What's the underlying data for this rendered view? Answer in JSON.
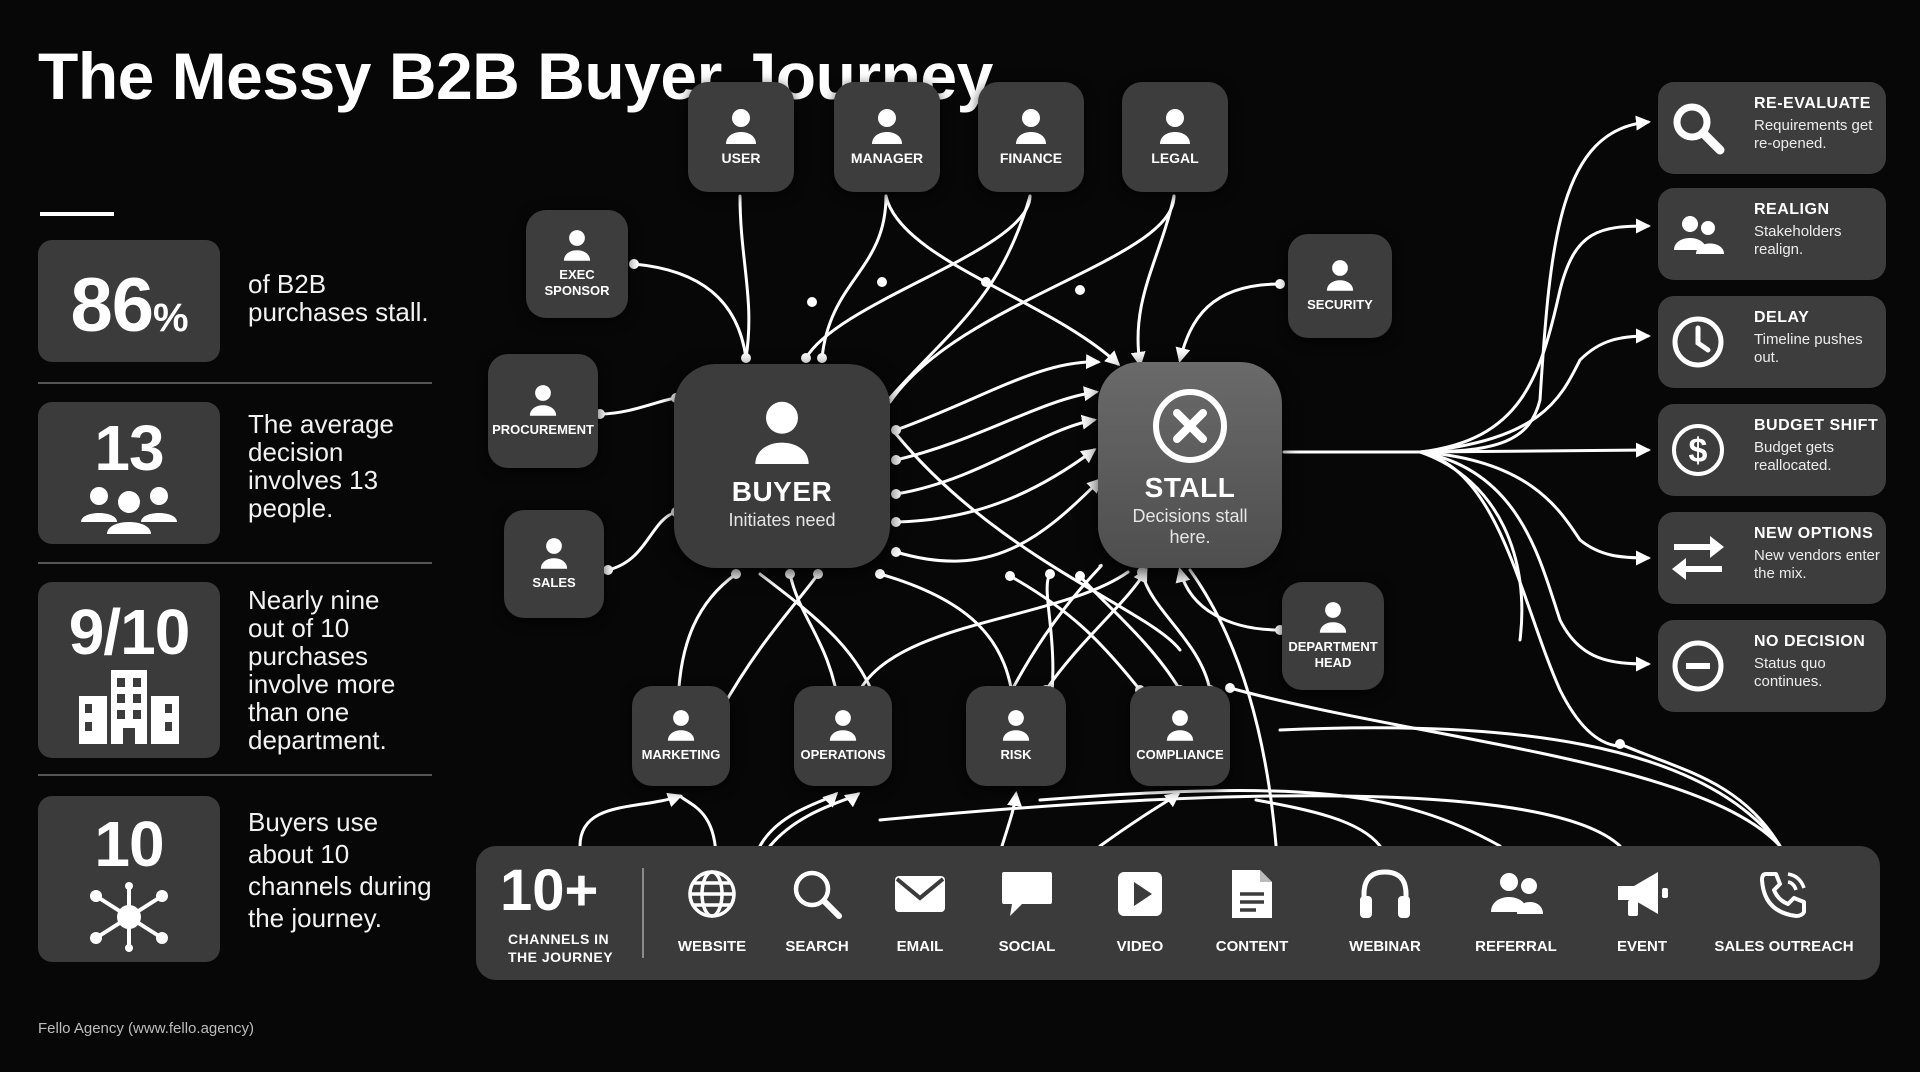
{
  "title": "The Messy B2B Buyer Journey",
  "stats": [
    {
      "value": "86",
      "suffix": "%",
      "text": "of B2B purchases stall.",
      "icon": null
    },
    {
      "value": "13",
      "suffix": "",
      "text": "The average decision involves 13 people.",
      "icon": "people-group-icon"
    },
    {
      "value": "9/10",
      "suffix": "",
      "text": "Nearly nine out of 10 purchases involve more than one department.",
      "icon": "buildings-icon"
    },
    {
      "value": "10",
      "suffix": "",
      "text": "Buyers use about 10 channels during the journey.",
      "icon": "network-hub-icon"
    }
  ],
  "stakeholders": {
    "user": "USER",
    "manager": "MANAGER",
    "finance": "FINANCE",
    "legal": "LEGAL",
    "exec_sponsor": "EXEC SPONSOR",
    "procurement": "PROCUREMENT",
    "sales": "SALES",
    "security": "SECURITY",
    "department_head": "DEPARTMENT HEAD",
    "marketing": "MARKETING",
    "operations": "OPERATIONS",
    "risk": "RISK",
    "compliance": "COMPLIANCE"
  },
  "buyer": {
    "title": "BUYER",
    "subtitle": "Initiates need"
  },
  "stall": {
    "title": "STALL",
    "subtitle": "Decisions stall here."
  },
  "outcomes": [
    {
      "title": "RE-EVALUATE",
      "desc": "Requirements get re-opened.",
      "icon": "magnifier-icon"
    },
    {
      "title": "REALIGN",
      "desc": "Stakeholders realign.",
      "icon": "people-icon"
    },
    {
      "title": "DELAY",
      "desc": "Timeline pushes out.",
      "icon": "clock-icon"
    },
    {
      "title": "BUDGET SHIFT",
      "desc": "Budget gets reallocated.",
      "icon": "dollar-icon"
    },
    {
      "title": "NEW OPTIONS",
      "desc": "New vendors enter the mix.",
      "icon": "swap-arrows-icon"
    },
    {
      "title": "NO DECISION",
      "desc": "Status quo continues.",
      "icon": "minus-circle-icon"
    }
  ],
  "channels_summary": {
    "value": "10+",
    "label": "CHANNELS IN THE JOURNEY"
  },
  "channels": [
    {
      "label": "WEBSITE",
      "icon": "globe-icon"
    },
    {
      "label": "SEARCH",
      "icon": "search-icon"
    },
    {
      "label": "EMAIL",
      "icon": "envelope-icon"
    },
    {
      "label": "SOCIAL",
      "icon": "chat-bubble-icon"
    },
    {
      "label": "VIDEO",
      "icon": "play-icon"
    },
    {
      "label": "CONTENT",
      "icon": "document-icon"
    },
    {
      "label": "WEBINAR",
      "icon": "headphones-icon"
    },
    {
      "label": "REFERRAL",
      "icon": "people-icon"
    },
    {
      "label": "EVENT",
      "icon": "megaphone-icon"
    },
    {
      "label": "SALES OUTREACH",
      "icon": "phone-icon"
    }
  ],
  "footer": "Fello Agency (www.fello.agency)"
}
